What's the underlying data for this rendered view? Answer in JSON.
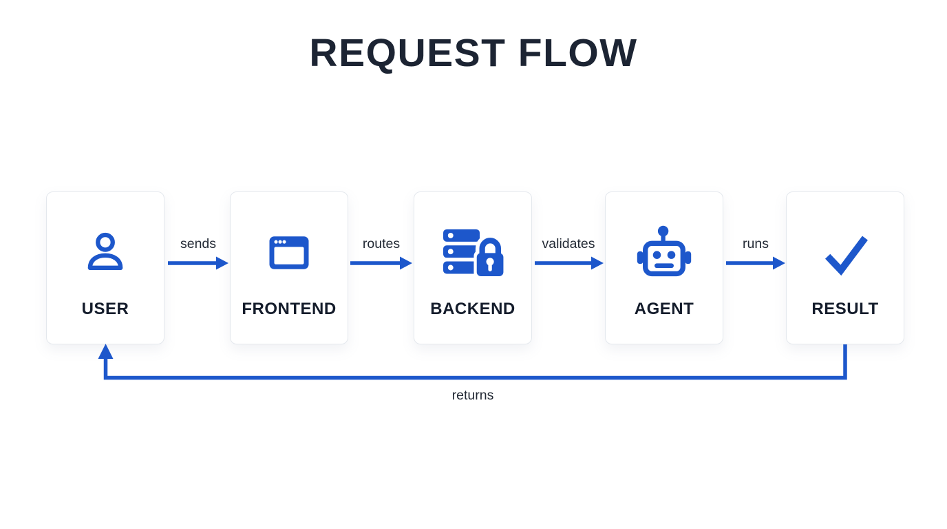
{
  "title": "REQUEST FLOW",
  "colors": {
    "accent_blue": "#1d57cb",
    "title_text": "#1c2433",
    "node_label_text": "#141c2b",
    "edge_label_text": "#232a35",
    "box_border": "#e4e8ed",
    "box_background": "#ffffff",
    "page_background": "#ffffff"
  },
  "flow": {
    "nodes": [
      {
        "label": "USER",
        "icon": "user-icon"
      },
      {
        "label": "FRONTEND",
        "icon": "browser-window-icon"
      },
      {
        "label": "BACKEND",
        "icon": "server-lock-icon"
      },
      {
        "label": "AGENT",
        "icon": "robot-icon"
      },
      {
        "label": "RESULT",
        "icon": "checkmark-icon"
      }
    ],
    "edges": [
      {
        "from": "USER",
        "to": "FRONTEND",
        "label": "sends"
      },
      {
        "from": "FRONTEND",
        "to": "BACKEND",
        "label": "routes"
      },
      {
        "from": "BACKEND",
        "to": "AGENT",
        "label": "validates"
      },
      {
        "from": "AGENT",
        "to": "RESULT",
        "label": "runs"
      },
      {
        "from": "RESULT",
        "to": "USER",
        "label": "returns"
      }
    ]
  }
}
